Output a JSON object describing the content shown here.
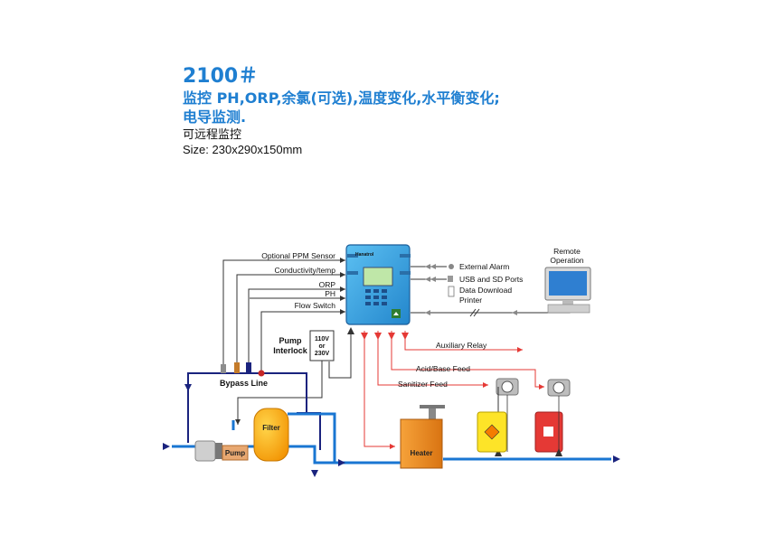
{
  "header": {
    "model": "2100＃",
    "features_line1": "监控 PH,ORP,余氯(可选),温度变化,水平衡变化;",
    "features_line2": "电导监测.",
    "remote": "可远程监控",
    "size": "Size: 230x290x150mm"
  },
  "diagram": {
    "inputs": [
      "Optional PPM Sensor",
      "Conductivity/temp",
      "ORP",
      "PH",
      "Flow Switch"
    ],
    "outputs": [
      "External Alarm",
      "USB and SD Ports",
      "Data Download",
      "Printer"
    ],
    "remote_operation": [
      "Remote",
      "Operation"
    ],
    "pump_interlock": [
      "Pump",
      "Interlock"
    ],
    "voltage": [
      "110V",
      "or",
      "230V"
    ],
    "bypass_line": "Bypass Line",
    "auxiliary_relay": "Auxiliary Relay",
    "acid_base_feed": "Acid/Base Feed",
    "sanitizer_feed": "Sanitizer Feed",
    "filter": "Filter",
    "pump": "Pump",
    "heater": "Heater",
    "controller_brand": "Hanatrol",
    "colors": {
      "pipe": "#1976d2",
      "controller": "#3aa6e6",
      "feed": "#e53935",
      "filter": "#f7a000",
      "heater": "#e88a1a",
      "title": "#1f7fd1"
    }
  }
}
